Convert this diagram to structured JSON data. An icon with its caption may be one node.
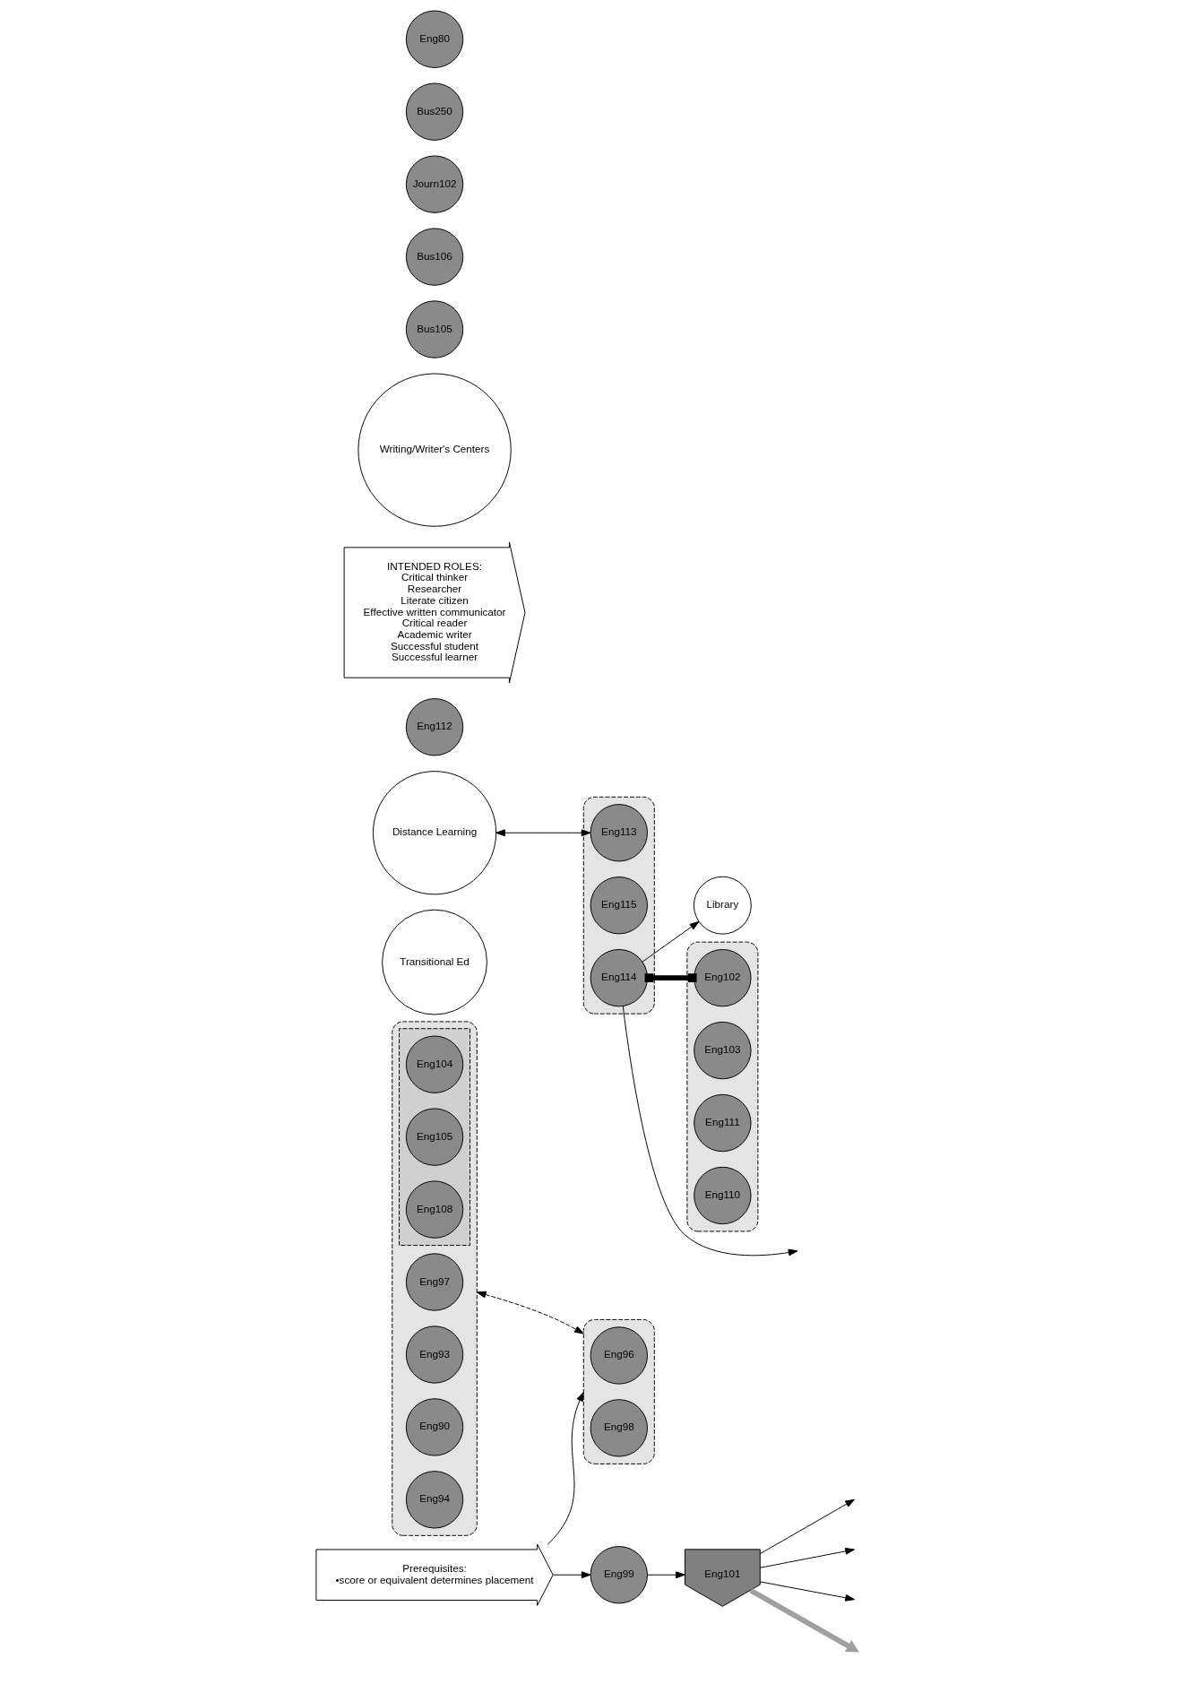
{
  "diagram": {
    "nodes": [
      {
        "text": [
          "Prerequisites:",
          "•score or equivalent determines placement"
        ]
      },
      {
        "text": [
          "Transitional Ed"
        ]
      },
      {
        "text": [],
        "shape": "ellipse"
      },
      {
        "text": [
          "Eng97"
        ],
        "in": 2
      },
      {
        "text": [
          "Eng93"
        ],
        "in": 2
      },
      {
        "text": [
          "Eng90"
        ],
        "in": 2
      },
      {
        "text": [
          "Eng94"
        ],
        "in": 2
      },
      {
        "text": [],
        "shape": "box",
        "in": 2
      },
      {
        "text": [
          "Eng104"
        ],
        "in": 7
      },
      {
        "text": [
          "Eng105"
        ],
        "in": 7
      },
      {
        "text": [
          "Eng108"
        ],
        "in": 7
      },
      {
        "text": [
          "Distance Learning"
        ]
      },
      {
        "text": [],
        "shape": "ellipse"
      },
      {
        "text": [
          "Eng96"
        ],
        "in": 12
      },
      {
        "text": [
          "Eng98"
        ],
        "in": 12
      },
      {
        "text": [
          "Eng99"
        ]
      },
      {
        "text": [
          "Eng101"
        ]
      },
      {
        "text": [],
        "shape": "ellipse"
      },
      {
        "text": [
          "Eng113"
        ],
        "in": 17
      },
      {
        "text": [
          "Eng115"
        ],
        "in": 17
      },
      {
        "text": [
          "Eng114"
        ],
        "in": 17
      },
      {
        "text": [
          "Library"
        ]
      },
      {
        "text": [],
        "shape": "ellipse"
      },
      {
        "text": [
          "Eng102"
        ],
        "in": 22
      },
      {
        "text": [
          "Eng103"
        ],
        "in": 22
      },
      {
        "text": [
          "Eng111"
        ],
        "in": 22
      },
      {
        "text": [
          "Eng110"
        ],
        "in": 22
      },
      {
        "text": [
          "Eng112"
        ]
      },
      {
        "text": [
          "INTENDED ROLES:",
          "Critical thinker",
          "Researcher",
          "Literate citizen",
          "Effective written communicator",
          "Critical reader",
          "Academic writer",
          "Successful student",
          "Successful learner"
        ]
      },
      {
        "text": [
          "Writing/Writer's Centers"
        ]
      },
      {
        "text": [
          "Bus105"
        ]
      },
      {
        "text": [
          "Bus106"
        ]
      },
      {
        "text": [
          "Journ102"
        ]
      },
      {
        "text": [
          "Bus250"
        ]
      },
      {
        "text": [
          "Eng80"
        ]
      }
    ],
    "edges": [
      {
        "from": 0,
        "to": 12,
        "arrow": "to"
      },
      {
        "from": 0,
        "to": 15,
        "arrow": "to"
      },
      {
        "from": 15,
        "to": 16,
        "arrow": "to"
      },
      {
        "from": 2,
        "to": 12,
        "arrow": "both",
        "style": "dashed"
      },
      {
        "from": 11,
        "to": 18,
        "arrow": "both"
      },
      {
        "from": 20,
        "to": 21,
        "arrow": "to"
      },
      {
        "from": 20,
        "to": null,
        "arrow": "to"
      },
      {
        "from": 20,
        "to": 23,
        "arrow": "other",
        "style": "thick"
      },
      {
        "from": 16,
        "to": null,
        "arrow": "to",
        "style": "thick",
        "color": "#a0a0a0"
      },
      {
        "from": 16,
        "to": null,
        "arrow": "to"
      },
      {
        "from": 16,
        "to": null,
        "arrow": "to"
      },
      {
        "from": 16,
        "to": null,
        "arrow": "to"
      }
    ]
  }
}
